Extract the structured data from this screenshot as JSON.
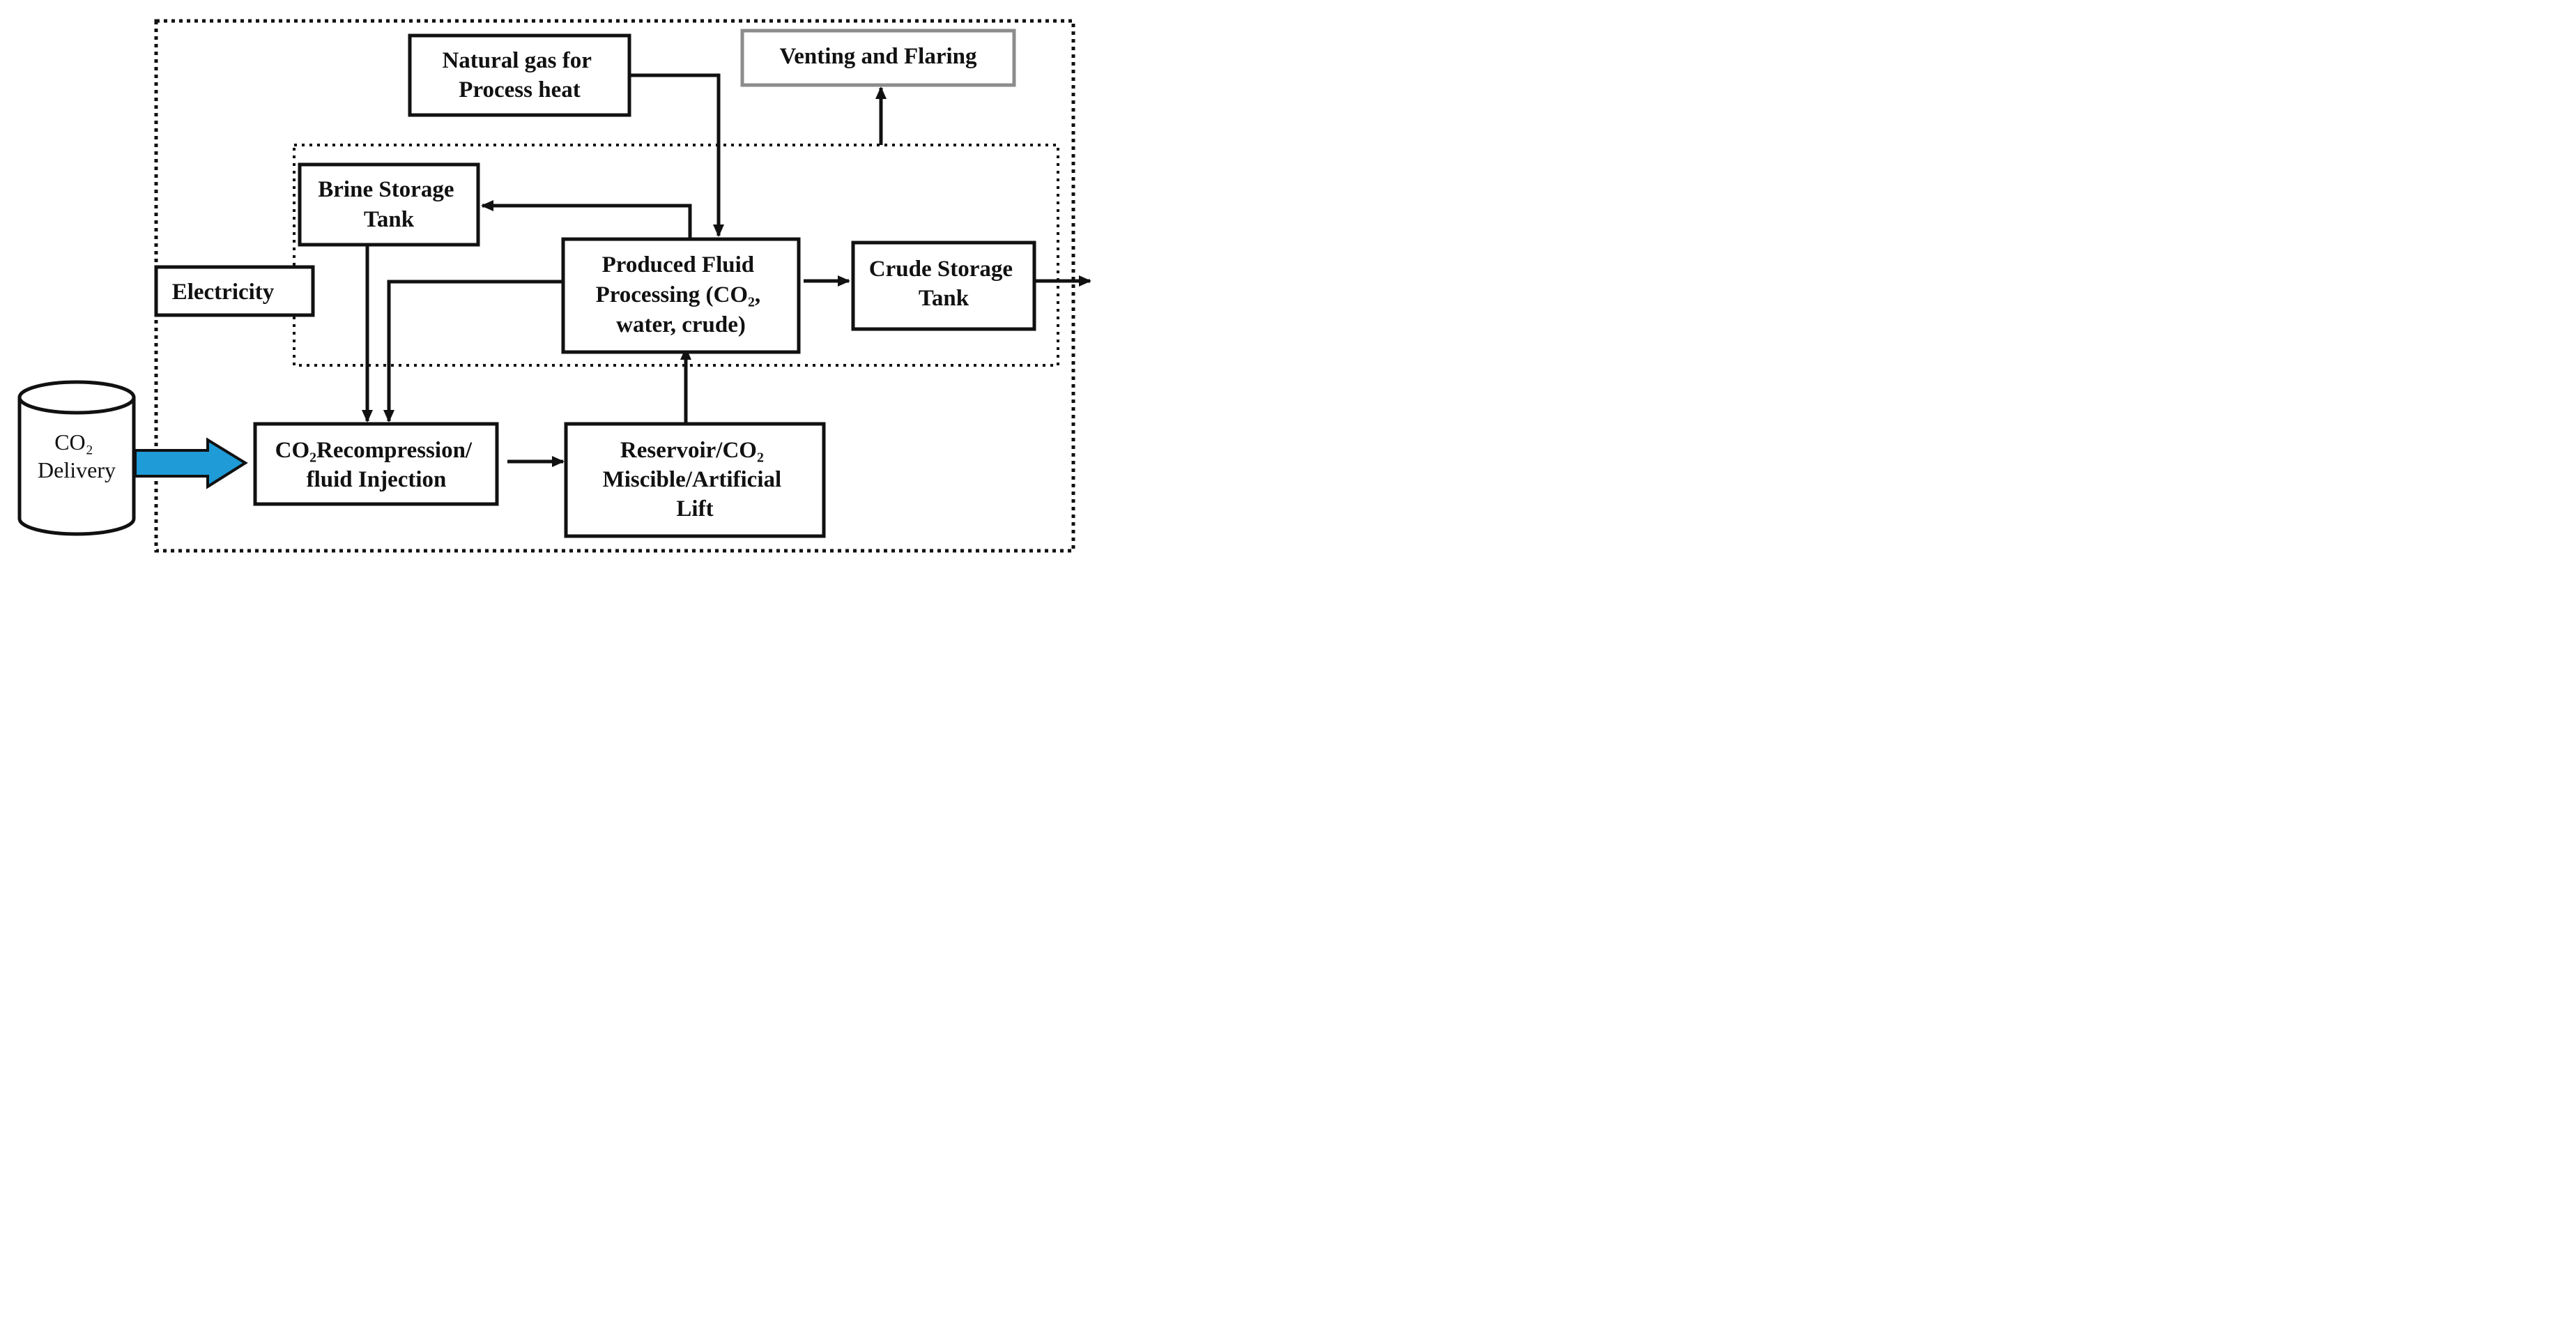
{
  "diagram": {
    "nodes": {
      "natural_gas": {
        "lines": [
          "Natural gas for",
          "Process heat"
        ]
      },
      "venting": {
        "lines": [
          "Venting and Flaring"
        ]
      },
      "brine": {
        "lines": [
          "Brine Storage",
          "Tank"
        ]
      },
      "electricity": {
        "lines": [
          "Electricity"
        ]
      },
      "produced_fluid": {
        "lines": [
          "Produced Fluid",
          "Processing (CO₂,",
          "water, crude)"
        ]
      },
      "crude": {
        "lines": [
          "Crude Storage",
          "Tank"
        ]
      },
      "recompression": {
        "lines": [
          "CO₂Recompression/",
          "fluid Injection"
        ]
      },
      "reservoir": {
        "lines": [
          "Reservoir/CO₂",
          "Miscible/Artificial",
          "Lift"
        ]
      },
      "co2_delivery": {
        "lines": [
          "CO₂",
          "Delivery"
        ]
      }
    },
    "colors": {
      "line": "#111111",
      "venting_border": "#8c8c8c",
      "delivery_arrow": "#1f9bd7",
      "delivery_arrow_outline": "#111111"
    }
  }
}
